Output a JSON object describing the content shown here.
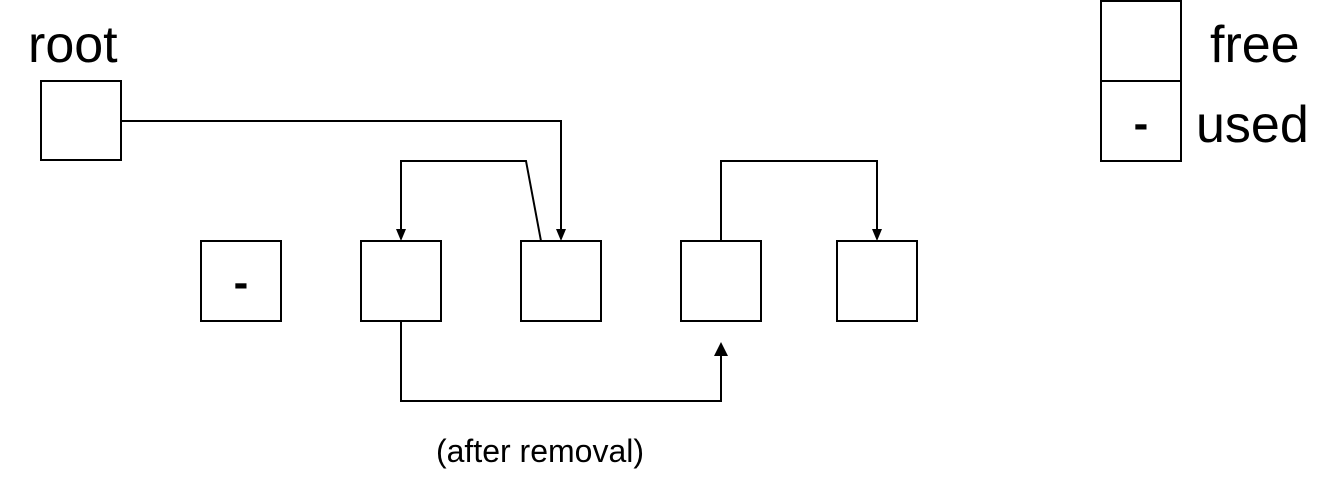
{
  "root_label": "root",
  "blocks": [
    {
      "id": "block-1",
      "status": "used",
      "mark": "-"
    },
    {
      "id": "block-2",
      "status": "free",
      "mark": ""
    },
    {
      "id": "block-3",
      "status": "free",
      "mark": ""
    },
    {
      "id": "block-4",
      "status": "free",
      "mark": ""
    },
    {
      "id": "block-5",
      "status": "free",
      "mark": ""
    }
  ],
  "legend": {
    "free": {
      "mark": "",
      "label": "free"
    },
    "used": {
      "mark": "-",
      "label": "used"
    }
  },
  "links": [
    {
      "from": "root",
      "to": "block-3"
    },
    {
      "from": "block-3",
      "to": "block-2"
    },
    {
      "from": "block-4",
      "to": "block-5"
    },
    {
      "from": "block-2",
      "to": "block-4",
      "note": "(after removal)"
    }
  ],
  "caption": "(after removal)"
}
